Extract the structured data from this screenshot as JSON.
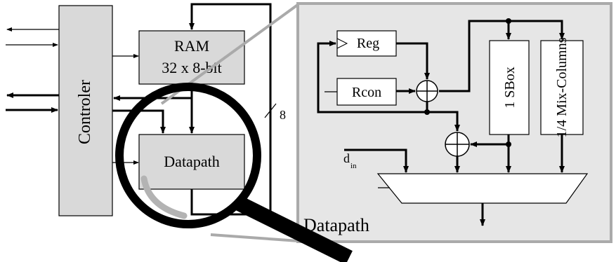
{
  "diagram": {
    "controller": {
      "label": "Controler"
    },
    "ram": {
      "line1": "RAM",
      "line2": "32 x 8-bit"
    },
    "bus_width": "8",
    "datapath_small": {
      "label": "Datapath"
    },
    "zoom": {
      "title": "Datapath",
      "reg": "Reg",
      "rcon": "Rcon",
      "sbox": "1 SBox",
      "mixcolumns": "1/4 Mix-Columns",
      "din": "d",
      "din_sub": "in"
    }
  },
  "colors": {
    "block_fill": "#d9d9d9",
    "zoom_panel": "#e6e6e6",
    "zoom_border": "#aaaaaa",
    "magnifier_ring": "#000000",
    "magnifier_glare": "#b3b3b3"
  }
}
